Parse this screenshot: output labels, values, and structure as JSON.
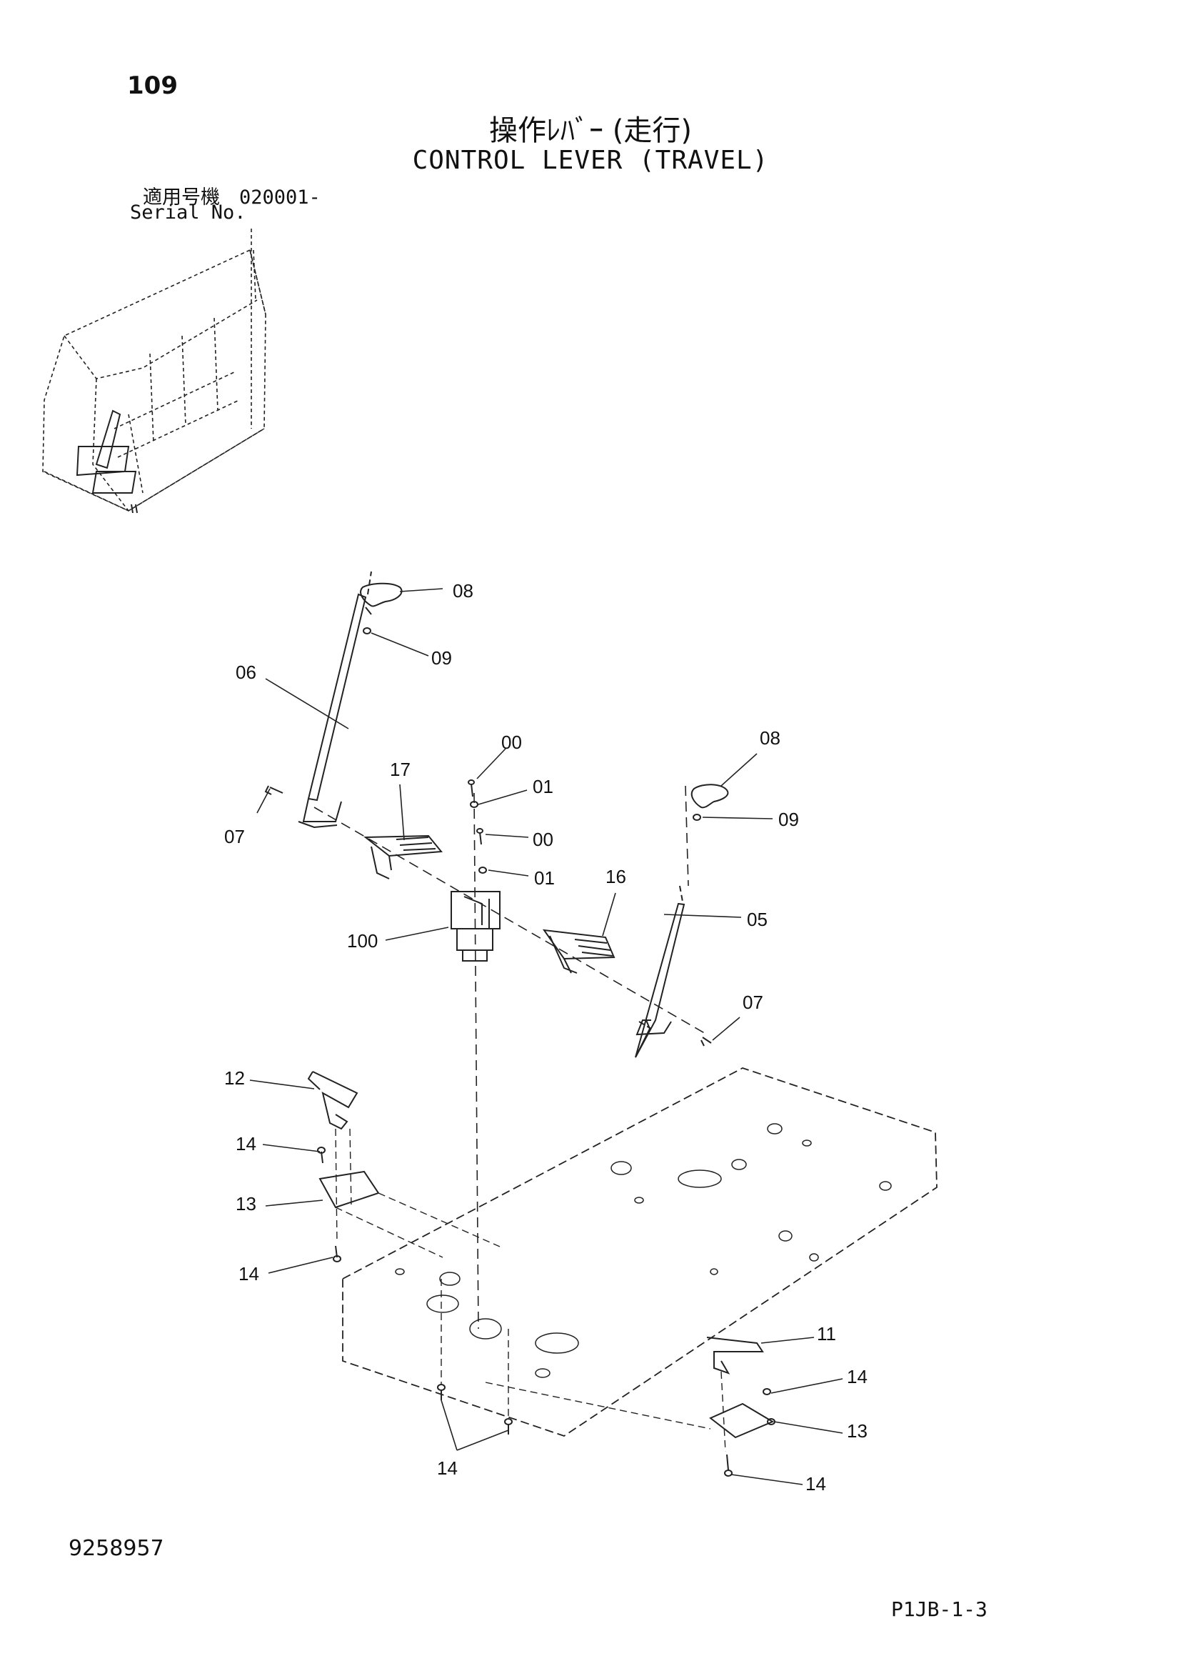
{
  "page_number": "109",
  "title_jp": "操作ﾚﾊﾞｰ (走行)",
  "title_en": "CONTROL LEVER (TRAVEL)",
  "serial_jp": "適用号機　020001-",
  "serial_en": "Serial No.",
  "document_number": "9258957",
  "sheet_code": "P1JB-1-3",
  "callouts": {
    "c08a": "08",
    "c09a": "09",
    "c06": "06",
    "c07a": "07",
    "c17": "17",
    "c00a": "00",
    "c01a": "01",
    "c00b": "00",
    "c01b": "01",
    "c08b": "08",
    "c09b": "09",
    "c16": "16",
    "c05": "05",
    "c100": "100",
    "c07b": "07",
    "c12": "12",
    "c14a": "14",
    "c13a": "13",
    "c14b": "14",
    "c11": "11",
    "c14c": "14",
    "c13b": "13",
    "c14d": "14",
    "c14e": "14"
  }
}
